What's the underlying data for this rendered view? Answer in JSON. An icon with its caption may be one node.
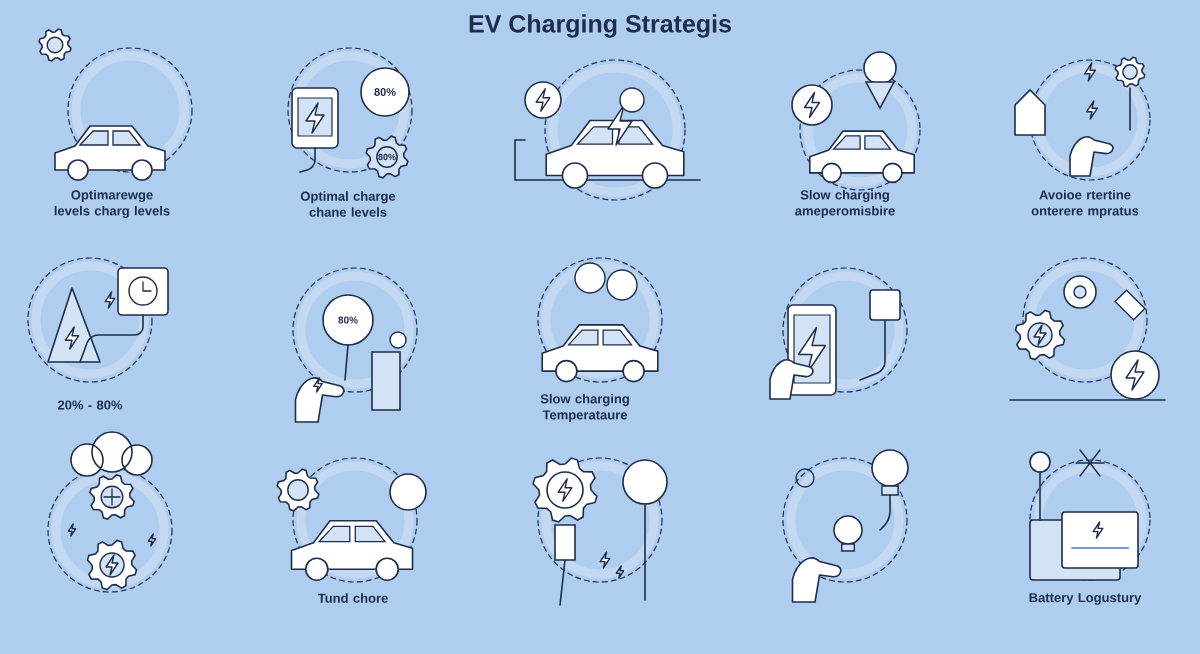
{
  "diagram": {
    "title": "EV Charging Strategis",
    "labels": [
      "80%",
      "80%",
      "Optimarewge levels charg levels",
      "Optimal charge chane levels",
      "Slow charging ameperomisbire",
      "Avoioe rtertine onterere mpratus",
      "80%",
      "20% - 80%",
      "Slow charging Temperataure",
      "Tund chore",
      "Battery Logustury"
    ]
  }
}
